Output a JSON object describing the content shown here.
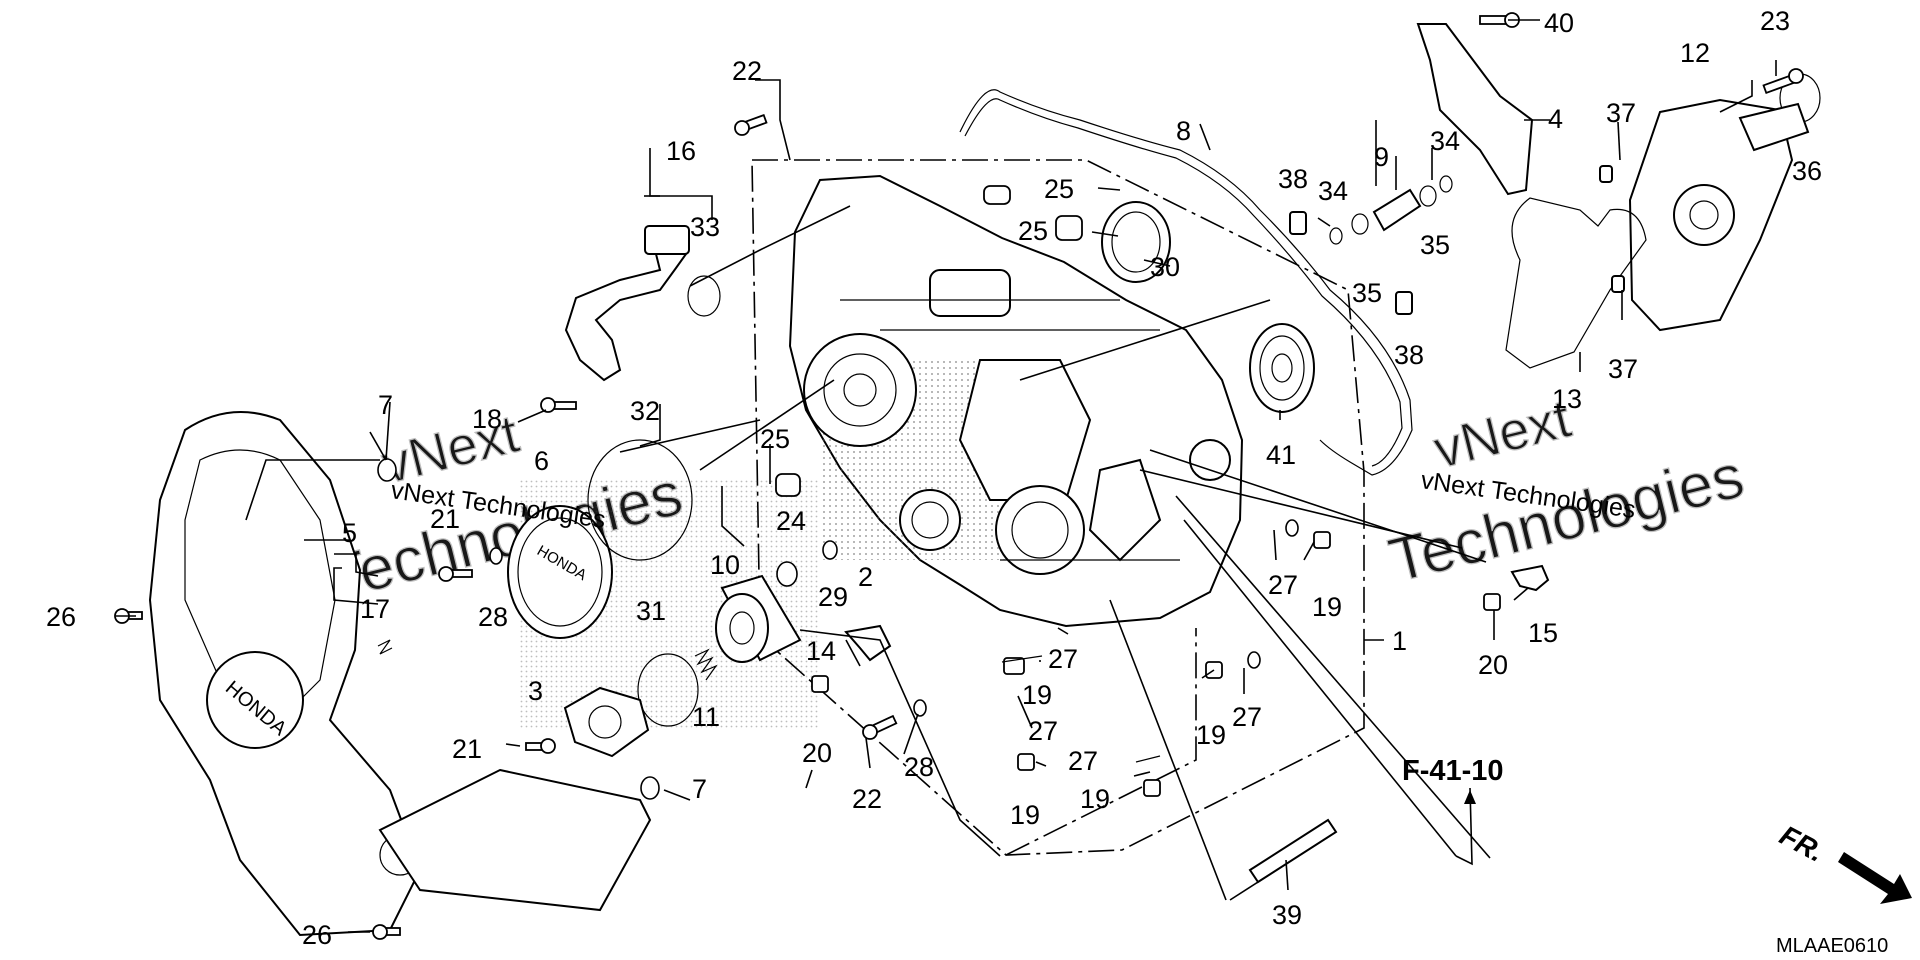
{
  "diagram": {
    "reference_label": "F-41-10",
    "front_marker": "FR.",
    "diagram_code": "MLAAE0610",
    "cover_brand": "HONDA",
    "watermarks": [
      {
        "line1": "vNext",
        "line2": "Technologies",
        "overlay": "vNext Technologies"
      },
      {
        "line1": "vNext",
        "line2": "Technologies",
        "overlay": "vNext Technologies"
      }
    ],
    "part_numbers": [
      {
        "id": "p1",
        "text": "1"
      },
      {
        "id": "p2",
        "text": "2"
      },
      {
        "id": "p3",
        "text": "3"
      },
      {
        "id": "p4",
        "text": "4"
      },
      {
        "id": "p5",
        "text": "5"
      },
      {
        "id": "p6",
        "text": "6"
      },
      {
        "id": "p7a",
        "text": "7"
      },
      {
        "id": "p7b",
        "text": "7"
      },
      {
        "id": "p8",
        "text": "8"
      },
      {
        "id": "p9",
        "text": "9"
      },
      {
        "id": "p10",
        "text": "10"
      },
      {
        "id": "p11",
        "text": "11"
      },
      {
        "id": "p12",
        "text": "12"
      },
      {
        "id": "p13",
        "text": "13"
      },
      {
        "id": "p14",
        "text": "14"
      },
      {
        "id": "p15",
        "text": "15"
      },
      {
        "id": "p16",
        "text": "16"
      },
      {
        "id": "p17",
        "text": "17"
      },
      {
        "id": "p18",
        "text": "18"
      },
      {
        "id": "p19a",
        "text": "19"
      },
      {
        "id": "p19b",
        "text": "19"
      },
      {
        "id": "p19c",
        "text": "19"
      },
      {
        "id": "p19d",
        "text": "19"
      },
      {
        "id": "p19e",
        "text": "19"
      },
      {
        "id": "p20a",
        "text": "20"
      },
      {
        "id": "p20b",
        "text": "20"
      },
      {
        "id": "p21a",
        "text": "21"
      },
      {
        "id": "p21b",
        "text": "21"
      },
      {
        "id": "p22a",
        "text": "22"
      },
      {
        "id": "p22b",
        "text": "22"
      },
      {
        "id": "p23",
        "text": "23"
      },
      {
        "id": "p24",
        "text": "24"
      },
      {
        "id": "p25a",
        "text": "25"
      },
      {
        "id": "p25b",
        "text": "25"
      },
      {
        "id": "p25c",
        "text": "25"
      },
      {
        "id": "p26a",
        "text": "26"
      },
      {
        "id": "p26b",
        "text": "26"
      },
      {
        "id": "p27a",
        "text": "27"
      },
      {
        "id": "p27b",
        "text": "27"
      },
      {
        "id": "p27c",
        "text": "27"
      },
      {
        "id": "p27d",
        "text": "27"
      },
      {
        "id": "p27e",
        "text": "27"
      },
      {
        "id": "p28a",
        "text": "28"
      },
      {
        "id": "p28b",
        "text": "28"
      },
      {
        "id": "p29",
        "text": "29"
      },
      {
        "id": "p30",
        "text": "30"
      },
      {
        "id": "p31",
        "text": "31"
      },
      {
        "id": "p32",
        "text": "32"
      },
      {
        "id": "p33",
        "text": "33"
      },
      {
        "id": "p34a",
        "text": "34"
      },
      {
        "id": "p34b",
        "text": "34"
      },
      {
        "id": "p35a",
        "text": "35"
      },
      {
        "id": "p35b",
        "text": "35"
      },
      {
        "id": "p36",
        "text": "36"
      },
      {
        "id": "p37a",
        "text": "37"
      },
      {
        "id": "p37b",
        "text": "37"
      },
      {
        "id": "p38a",
        "text": "38"
      },
      {
        "id": "p38b",
        "text": "38"
      },
      {
        "id": "p39",
        "text": "39"
      },
      {
        "id": "p40",
        "text": "40"
      },
      {
        "id": "p41",
        "text": "41"
      }
    ]
  }
}
